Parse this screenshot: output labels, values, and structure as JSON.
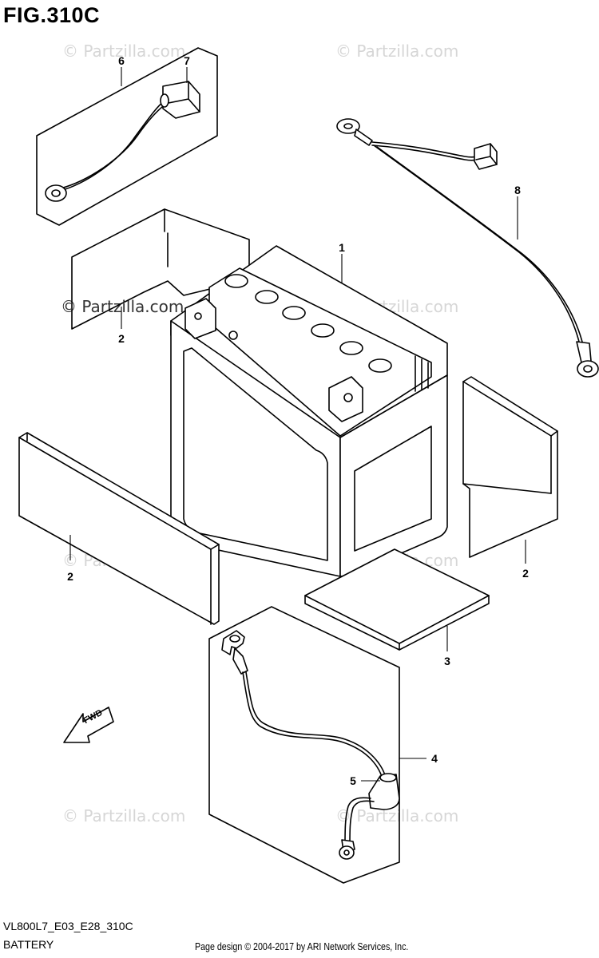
{
  "figure": {
    "title": "FIG.310C",
    "model_code": "VL800L7_E03_E28_310C",
    "section_name": "BATTERY",
    "credit": "Page design © 2004-2017 by ARI Network Services, Inc."
  },
  "watermarks": {
    "text": "© Partzilla.com"
  },
  "callouts": [
    "1",
    "2",
    "2",
    "2",
    "3",
    "4",
    "5",
    "6",
    "7",
    "8"
  ],
  "direction_arrow": {
    "label": "FWD"
  }
}
